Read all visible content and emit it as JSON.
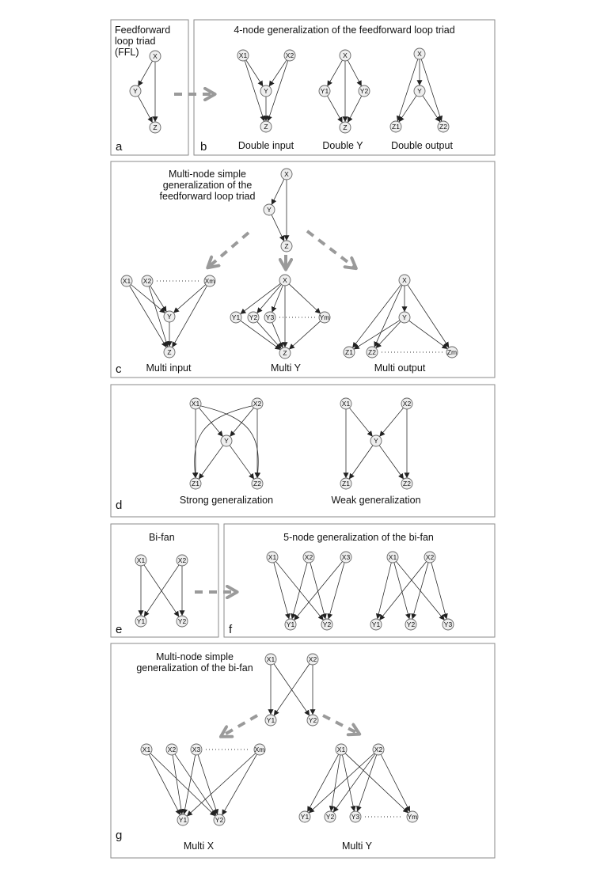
{
  "panels": [
    {
      "id": "a",
      "letter": "a",
      "title_lines": [
        "Feedforward",
        "loop triad",
        "(FFL)"
      ]
    },
    {
      "id": "b",
      "letter": "b",
      "title_lines": [
        "4-node generalization of the feedforward loop triad"
      ]
    },
    {
      "id": "c",
      "letter": "c",
      "title_lines": [
        "Multi-node simple",
        "generalization of the",
        "feedforward loop triad"
      ]
    },
    {
      "id": "d",
      "letter": "d",
      "title_lines": []
    },
    {
      "id": "e",
      "letter": "e",
      "title_lines": [
        "Bi-fan"
      ]
    },
    {
      "id": "f",
      "letter": "f",
      "title_lines": [
        "5-node generalization of the bi-fan"
      ]
    },
    {
      "id": "g",
      "letter": "g",
      "title_lines": [
        "Multi-node simple",
        "generalization of the bi-fan"
      ]
    }
  ],
  "motifs": [
    {
      "id": "ffl",
      "panel": "a",
      "caption": "",
      "nodes": [
        {
          "id": "X",
          "label": "X"
        },
        {
          "id": "Y",
          "label": "Y"
        },
        {
          "id": "Z",
          "label": "Z"
        }
      ],
      "edges": [
        [
          "X",
          "Y"
        ],
        [
          "X",
          "Z"
        ],
        [
          "Y",
          "Z"
        ]
      ]
    },
    {
      "id": "double-input",
      "panel": "b",
      "caption": "Double input",
      "nodes": [
        {
          "id": "X1",
          "label": "X1"
        },
        {
          "id": "X2",
          "label": "X2"
        },
        {
          "id": "Y",
          "label": "Y"
        },
        {
          "id": "Z",
          "label": "Z"
        }
      ],
      "edges": [
        [
          "X1",
          "Y"
        ],
        [
          "X2",
          "Y"
        ],
        [
          "X1",
          "Z"
        ],
        [
          "X2",
          "Z"
        ],
        [
          "Y",
          "Z"
        ]
      ]
    },
    {
      "id": "double-y",
      "panel": "b",
      "caption": "Double Y",
      "nodes": [
        {
          "id": "X",
          "label": "X"
        },
        {
          "id": "Y1",
          "label": "Y1"
        },
        {
          "id": "Y2",
          "label": "Y2"
        },
        {
          "id": "Z",
          "label": "Z"
        }
      ],
      "edges": [
        [
          "X",
          "Y1"
        ],
        [
          "X",
          "Y2"
        ],
        [
          "X",
          "Z"
        ],
        [
          "Y1",
          "Z"
        ],
        [
          "Y2",
          "Z"
        ]
      ]
    },
    {
      "id": "double-output",
      "panel": "b",
      "caption": "Double output",
      "nodes": [
        {
          "id": "X",
          "label": "X"
        },
        {
          "id": "Y",
          "label": "Y"
        },
        {
          "id": "Z1",
          "label": "Z1"
        },
        {
          "id": "Z2",
          "label": "Z2"
        }
      ],
      "edges": [
        [
          "X",
          "Y"
        ],
        [
          "X",
          "Z1"
        ],
        [
          "X",
          "Z2"
        ],
        [
          "Y",
          "Z1"
        ],
        [
          "Y",
          "Z2"
        ]
      ]
    },
    {
      "id": "ffl-c",
      "panel": "c",
      "caption": "",
      "nodes": [
        {
          "id": "X",
          "label": "X"
        },
        {
          "id": "Y",
          "label": "Y"
        },
        {
          "id": "Z",
          "label": "Z"
        }
      ],
      "edges": [
        [
          "X",
          "Y"
        ],
        [
          "X",
          "Z"
        ],
        [
          "Y",
          "Z"
        ]
      ]
    },
    {
      "id": "multi-input",
      "panel": "c",
      "caption": "Multi input",
      "nodes": [
        {
          "id": "X1",
          "label": "X1"
        },
        {
          "id": "X2",
          "label": "X2"
        },
        {
          "id": "Xm",
          "label": "Xm"
        },
        {
          "id": "Y",
          "label": "Y"
        },
        {
          "id": "Z",
          "label": "Z"
        }
      ],
      "edges": [
        [
          "X1",
          "Y"
        ],
        [
          "X2",
          "Y"
        ],
        [
          "Xm",
          "Y"
        ],
        [
          "X1",
          "Z"
        ],
        [
          "X2",
          "Z"
        ],
        [
          "Xm",
          "Z"
        ],
        [
          "Y",
          "Z"
        ]
      ],
      "dots": [
        [
          "X2",
          "Xm"
        ]
      ]
    },
    {
      "id": "multi-y",
      "panel": "c",
      "caption": "Multi Y",
      "nodes": [
        {
          "id": "X",
          "label": "X"
        },
        {
          "id": "Y1",
          "label": "Y1"
        },
        {
          "id": "Y2",
          "label": "Y2"
        },
        {
          "id": "Y3",
          "label": "Y3"
        },
        {
          "id": "Ym",
          "label": "Ym"
        },
        {
          "id": "Z",
          "label": "Z"
        }
      ],
      "edges": [
        [
          "X",
          "Y1"
        ],
        [
          "X",
          "Y2"
        ],
        [
          "X",
          "Y3"
        ],
        [
          "X",
          "Ym"
        ],
        [
          "X",
          "Z"
        ],
        [
          "Y1",
          "Z"
        ],
        [
          "Y2",
          "Z"
        ],
        [
          "Y3",
          "Z"
        ],
        [
          "Ym",
          "Z"
        ]
      ],
      "dots": [
        [
          "Y3",
          "Ym"
        ]
      ]
    },
    {
      "id": "multi-output",
      "panel": "c",
      "caption": "Multi output",
      "nodes": [
        {
          "id": "X",
          "label": "X"
        },
        {
          "id": "Y",
          "label": "Y"
        },
        {
          "id": "Z1",
          "label": "Z1"
        },
        {
          "id": "Z2",
          "label": "Z2"
        },
        {
          "id": "Zm",
          "label": "Zm"
        }
      ],
      "edges": [
        [
          "X",
          "Y"
        ],
        [
          "X",
          "Z1"
        ],
        [
          "X",
          "Z2"
        ],
        [
          "X",
          "Zm"
        ],
        [
          "Y",
          "Z1"
        ],
        [
          "Y",
          "Z2"
        ],
        [
          "Y",
          "Zm"
        ]
      ],
      "dots": [
        [
          "Z2",
          "Zm"
        ]
      ]
    },
    {
      "id": "strong-generalization",
      "panel": "d",
      "caption": "Strong generalization",
      "nodes": [
        {
          "id": "X1",
          "label": "X1"
        },
        {
          "id": "X2",
          "label": "X2"
        },
        {
          "id": "Y",
          "label": "Y"
        },
        {
          "id": "Z1",
          "label": "Z1"
        },
        {
          "id": "Z2",
          "label": "Z2"
        }
      ],
      "edges": [
        [
          "X1",
          "Y"
        ],
        [
          "X2",
          "Y"
        ],
        [
          "X1",
          "Z1"
        ],
        [
          "X2",
          "Z2"
        ],
        [
          "Y",
          "Z1"
        ],
        [
          "Y",
          "Z2"
        ],
        [
          "X1",
          "Z2",
          "curve"
        ],
        [
          "X2",
          "Z1",
          "curve"
        ]
      ]
    },
    {
      "id": "weak-generalization",
      "panel": "d",
      "caption": "Weak generalization",
      "nodes": [
        {
          "id": "X1",
          "label": "X1"
        },
        {
          "id": "X2",
          "label": "X2"
        },
        {
          "id": "Y",
          "label": "Y"
        },
        {
          "id": "Z1",
          "label": "Z1"
        },
        {
          "id": "Z2",
          "label": "Z2"
        }
      ],
      "edges": [
        [
          "X1",
          "Y"
        ],
        [
          "X2",
          "Y"
        ],
        [
          "X1",
          "Z1"
        ],
        [
          "X2",
          "Z2"
        ],
        [
          "Y",
          "Z1"
        ],
        [
          "Y",
          "Z2"
        ]
      ]
    },
    {
      "id": "bifan",
      "panel": "e",
      "caption": "",
      "nodes": [
        {
          "id": "X1",
          "label": "X1"
        },
        {
          "id": "X2",
          "label": "X2"
        },
        {
          "id": "Y1",
          "label": "Y1"
        },
        {
          "id": "Y2",
          "label": "Y2"
        }
      ],
      "edges": [
        [
          "X1",
          "Y1"
        ],
        [
          "X1",
          "Y2"
        ],
        [
          "X2",
          "Y1"
        ],
        [
          "X2",
          "Y2"
        ]
      ]
    },
    {
      "id": "bifan-3x2",
      "panel": "f",
      "caption": "",
      "nodes": [
        {
          "id": "X1",
          "label": "X1"
        },
        {
          "id": "X2",
          "label": "X2"
        },
        {
          "id": "X3",
          "label": "X3"
        },
        {
          "id": "Y1",
          "label": "Y1"
        },
        {
          "id": "Y2",
          "label": "Y2"
        }
      ],
      "edges": [
        [
          "X1",
          "Y1"
        ],
        [
          "X1",
          "Y2"
        ],
        [
          "X2",
          "Y1"
        ],
        [
          "X2",
          "Y2"
        ],
        [
          "X3",
          "Y1"
        ],
        [
          "X3",
          "Y2"
        ]
      ]
    },
    {
      "id": "bifan-2x3",
      "panel": "f",
      "caption": "",
      "nodes": [
        {
          "id": "X1",
          "label": "X1"
        },
        {
          "id": "X2",
          "label": "X2"
        },
        {
          "id": "Y1",
          "label": "Y1"
        },
        {
          "id": "Y2",
          "label": "Y2"
        },
        {
          "id": "Y3",
          "label": "Y3"
        }
      ],
      "edges": [
        [
          "X1",
          "Y1"
        ],
        [
          "X1",
          "Y2"
        ],
        [
          "X1",
          "Y3"
        ],
        [
          "X2",
          "Y1"
        ],
        [
          "X2",
          "Y2"
        ],
        [
          "X2",
          "Y3"
        ]
      ]
    },
    {
      "id": "bifan-g",
      "panel": "g",
      "caption": "",
      "nodes": [
        {
          "id": "X1",
          "label": "X1"
        },
        {
          "id": "X2",
          "label": "X2"
        },
        {
          "id": "Y1",
          "label": "Y1"
        },
        {
          "id": "Y2",
          "label": "Y2"
        }
      ],
      "edges": [
        [
          "X1",
          "Y1"
        ],
        [
          "X1",
          "Y2"
        ],
        [
          "X2",
          "Y1"
        ],
        [
          "X2",
          "Y2"
        ]
      ]
    },
    {
      "id": "multi-x",
      "panel": "g",
      "caption": "Multi X",
      "nodes": [
        {
          "id": "X1",
          "label": "X1"
        },
        {
          "id": "X2",
          "label": "X2"
        },
        {
          "id": "X3",
          "label": "X3"
        },
        {
          "id": "Xm",
          "label": "Xm"
        },
        {
          "id": "Y1",
          "label": "Y1"
        },
        {
          "id": "Y2",
          "label": "Y2"
        }
      ],
      "edges": [
        [
          "X1",
          "Y1"
        ],
        [
          "X1",
          "Y2"
        ],
        [
          "X2",
          "Y1"
        ],
        [
          "X2",
          "Y2"
        ],
        [
          "X3",
          "Y1"
        ],
        [
          "X3",
          "Y2"
        ],
        [
          "Xm",
          "Y1"
        ],
        [
          "Xm",
          "Y2"
        ]
      ],
      "dots": [
        [
          "X3",
          "Xm"
        ]
      ]
    },
    {
      "id": "multi-y-bifan",
      "panel": "g",
      "caption": "Multi Y",
      "nodes": [
        {
          "id": "X1",
          "label": "X1"
        },
        {
          "id": "X2",
          "label": "X2"
        },
        {
          "id": "Y1",
          "label": "Y1"
        },
        {
          "id": "Y2",
          "label": "Y2"
        },
        {
          "id": "Y3",
          "label": "Y3"
        },
        {
          "id": "Ym",
          "label": "Ym"
        }
      ],
      "edges": [
        [
          "X1",
          "Y1"
        ],
        [
          "X1",
          "Y2"
        ],
        [
          "X1",
          "Y3"
        ],
        [
          "X1",
          "Ym"
        ],
        [
          "X2",
          "Y1"
        ],
        [
          "X2",
          "Y2"
        ],
        [
          "X2",
          "Y3"
        ],
        [
          "X2",
          "Ym"
        ]
      ],
      "dots": [
        [
          "Y3",
          "Ym"
        ]
      ]
    }
  ],
  "connectors": [
    {
      "id": "a-to-b",
      "style": "dashed"
    },
    {
      "id": "c-to-multi-input",
      "style": "dashed"
    },
    {
      "id": "c-to-multi-y",
      "style": "solid"
    },
    {
      "id": "c-to-multi-output",
      "style": "dashed"
    },
    {
      "id": "e-to-f",
      "style": "dashed"
    },
    {
      "id": "g-to-multi-x",
      "style": "dashed"
    },
    {
      "id": "g-to-multi-y",
      "style": "dashed"
    }
  ],
  "colors": {
    "node_fill": "#eeeeee",
    "node_stroke": "#666666",
    "edge": "#222222",
    "connector": "#9a9a9a",
    "panel_border": "#8a8a8a"
  }
}
